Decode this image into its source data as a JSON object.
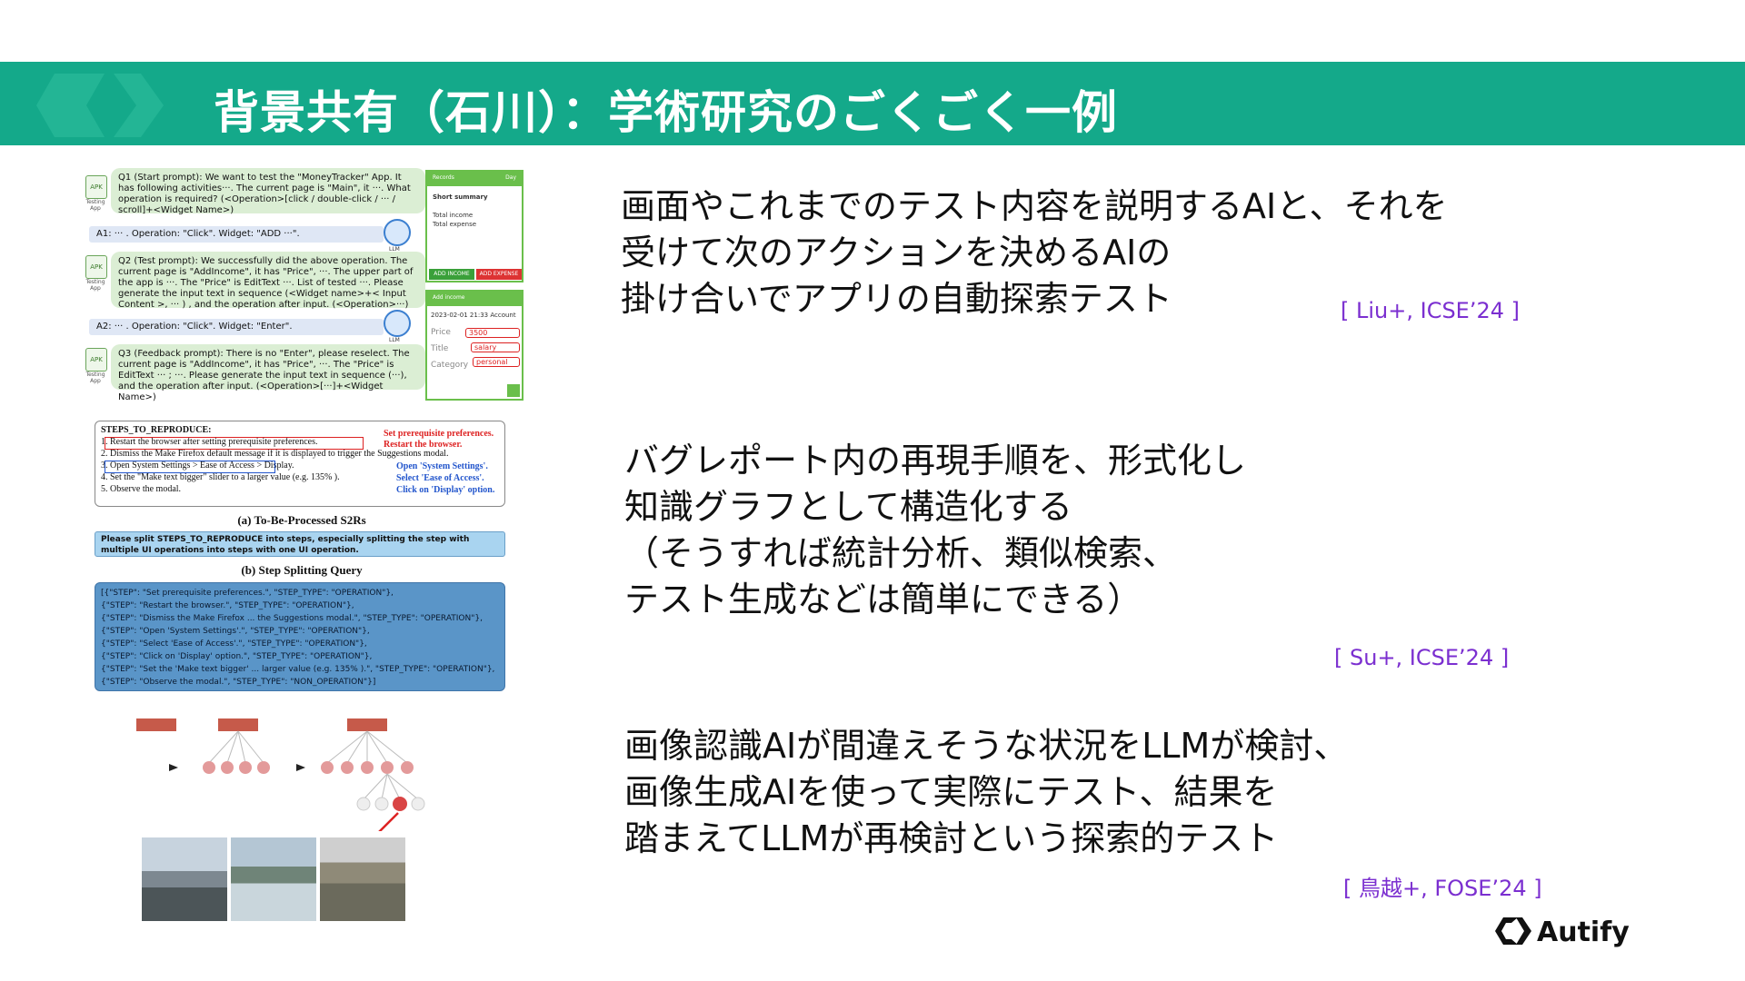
{
  "header": {
    "title": "背景共有（石川）：学術研究のごくごく一例"
  },
  "figure1": {
    "q1": "Q1 (Start prompt): We want to test the \"MoneyTracker\" App. It has following activities···. The current page is \"Main\", it ···. What operation is required? (<Operation>[click / double-click / ··· / scroll]+<Widget Name>)",
    "a1": "A1: ··· . Operation: \"Click\". Widget: \"ADD ···\".",
    "q2": "Q2 (Test prompt): We successfully did the above operation. The current page is \"AddIncome\", it has \"Price\", ···. The upper part of the app is ···. The \"Price\" is EditText ···. List of tested ···. Please generate the input text in sequence (<Widget name>+< Input Content >, ··· ) , and the operation after input. (<Operation>···)",
    "a2": "A2: ··· . Operation: \"Click\". Widget: \"Enter\".",
    "q3": "Q3 (Feedback prompt): There is no \"Enter\", please reselect. The current page is \"AddIncome\", it has \"Price\", ···. The \"Price\" is EditText ··· ; ···. Please generate the input text in sequence (···), and the operation after input. (<Operation>[···]+<Widget Name>)",
    "app_label": "APK",
    "app_caption": "Testing App",
    "llm_label": "LLM",
    "phone1": {
      "bar": "Records",
      "bar_right": "Day",
      "summary": "Short summary",
      "row1": "Total income",
      "row2": "Total expense",
      "btn1": "ADD INCOME",
      "btn2": "ADD EXPENSE"
    },
    "phone2": {
      "bar": "Add income",
      "date": "2023-02-01",
      "time": "21:33",
      "account": "Account",
      "field1": "Price",
      "field2": "Title",
      "field3": "Category",
      "val1": "3500",
      "val2": "salary",
      "val3": "personal"
    }
  },
  "figure2": {
    "heading": "STEPS_TO_REPRODUCE:",
    "steps": [
      "1. Restart the browser after setting prerequisite preferences.",
      "2. Dismiss the Make Firefox default message if it is displayed to trigger the Suggestions modal.",
      "3. Open System Settings > Ease of Access > Display.",
      "4. Set the \"Make text bigger\" slider to a larger value (e.g. 135% ).",
      "5. Observe the modal."
    ],
    "annot_red": [
      "Set prerequisite preferences.",
      "Restart the browser."
    ],
    "annot_blue": [
      "Open 'System Settings'.",
      "Select 'Ease of Access'.",
      "Click on 'Display' option."
    ],
    "caption_a": "(a) To-Be-Processed S2Rs",
    "query": "Please split STEPS_TO_REPRODUCE into steps, especially splitting the step with multiple UI operations into steps with one UI operation.",
    "caption_b": "(b) Step Splitting Query",
    "json_lines": [
      "[{\"STEP\": \"Set prerequisite preferences.\", \"STEP_TYPE\": \"OPERATION\"},",
      "{\"STEP\": \"Restart the browser.\", \"STEP_TYPE\": \"OPERATION\"},",
      "{\"STEP\": \"Dismiss the Make Firefox ... the Suggestions modal.\", \"STEP_TYPE\": \"OPERATION\"},",
      "{\"STEP\": \"Open 'System Settings'.\", \"STEP_TYPE\": \"OPERATION\"},",
      "{\"STEP\": \"Select 'Ease of Access'.\", \"STEP_TYPE\": \"OPERATION\"},",
      "{\"STEP\": \"Click on 'Display' option.\", \"STEP_TYPE\": \"OPERATION\"},",
      "{\"STEP\": \"Set the 'Make text bigger' ... larger value (e.g. 135% ).\", \"STEP_TYPE\": \"OPERATION\"},",
      "{\"STEP\": \"Observe the modal.\", \"STEP_TYPE\": \"NON_OPERATION\"}]"
    ]
  },
  "right": {
    "p1": [
      "画面やこれまでのテスト内容を説明するAIと、それを",
      "受けて次のアクションを決めるAIの",
      "掛け合いでアプリの自動探索テスト"
    ],
    "cite1": "[ Liu+, ICSE’24 ]",
    "p2": [
      "バグレポート内の再現手順を、形式化し",
      "知識グラフとして構造化する",
      "（そうすれば統計分析、類似検索、",
      "テスト生成などは簡単にできる）"
    ],
    "cite2": "[ Su+, ICSE’24 ]",
    "p3": [
      "画像認識AIが間違えそうな状況をLLMが検討、",
      "画像生成AIを使って実際にテスト、結果を",
      "踏まえてLLMが再検討という探索的テスト"
    ],
    "cite3": "[ 鳥越+, FOSE’24 ]"
  },
  "brand": {
    "name": "Autify"
  },
  "colors": {
    "banner": "#14a98a",
    "citation": "#7b2fd0"
  }
}
